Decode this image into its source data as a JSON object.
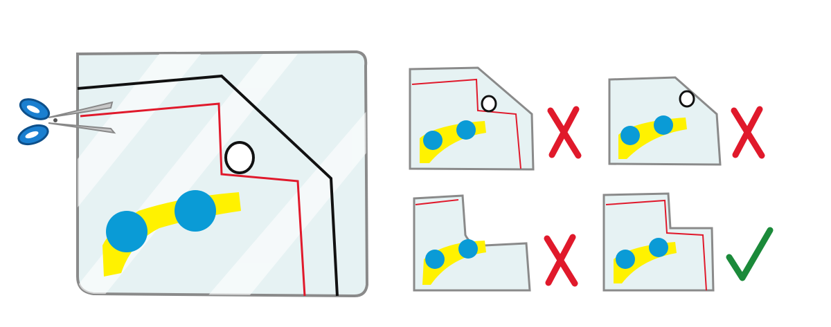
{
  "colors": {
    "sheet_fill": "#e6f2f3",
    "sheet_border": "#8a8a8a",
    "black_line": "#111111",
    "red_line": "#e0192b",
    "highlight": "#fff200",
    "dot": "#0a9bd6",
    "scissors_handle": "#1a7fd0",
    "cross": "#e0192b",
    "check": "#1b8a3a"
  },
  "options": [
    {
      "id": "top-left",
      "result": "cross-icon"
    },
    {
      "id": "top-right",
      "result": "cross-icon"
    },
    {
      "id": "bottom-left",
      "result": "cross-icon"
    },
    {
      "id": "bottom-right",
      "result": "check-icon"
    }
  ]
}
